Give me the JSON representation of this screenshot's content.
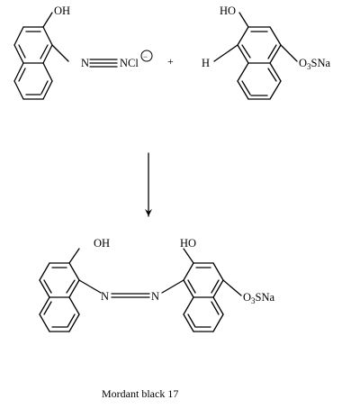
{
  "reactant_1": {
    "hydroxyl": "OH",
    "diazo_n": "N",
    "chloride": "NCl",
    "charge": "−"
  },
  "plus_sign": "+",
  "reactant_2": {
    "hydroxyl": "HO",
    "hydrogen": "H",
    "sulfonate_o": "O",
    "sulfonate_sub": "3",
    "sulfonate_rest": "SNa"
  },
  "product": {
    "hydroxyl_left": "OH",
    "hydroxyl_right": "HO",
    "azo_n1": "N",
    "azo_n2": "N",
    "sulfonate_o": "O",
    "sulfonate_sub": "3",
    "sulfonate_rest": "SNa",
    "name": "Mordant black 17"
  }
}
